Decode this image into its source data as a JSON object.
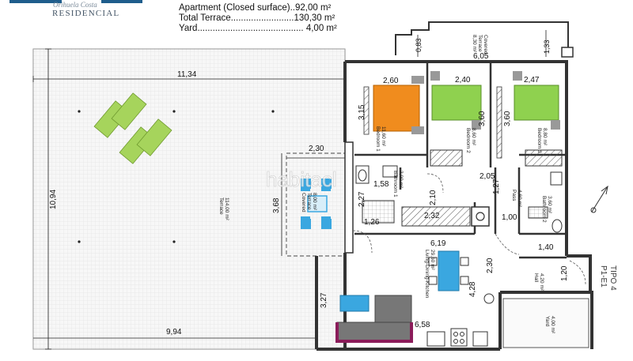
{
  "brand": {
    "tagline": "Orihuela Costa",
    "name": "RESIDENCIAL"
  },
  "surfaces": [
    {
      "text": "Apartment (Closed surface)..92,00 m²"
    },
    {
      "text": "Total Terrace.........................130,30 m²"
    },
    {
      "text": "Yard..........................................   4,00 m²"
    }
  ],
  "watermark": "habitacl",
  "plan_id": {
    "line1": "P1-E1",
    "line2": "TIPO 4"
  },
  "dimensions": {
    "top_605": "6,05",
    "d_083": "0,83",
    "d_133": "1,33",
    "d_1134": "11,34",
    "d_260": "2,60",
    "d_240": "2,40",
    "d_247": "2,47",
    "d_315": "3,15",
    "d_360a": "3,60",
    "d_360b": "3,60",
    "d_1094": "10,94",
    "d_230": "2,30",
    "d_368": "3,68",
    "d_158": "1,58",
    "d_227": "2,27",
    "d_127": "1,27",
    "d_205": "2,05",
    "d_210": "2,10",
    "d_232": "2,32",
    "d_100": "1,00",
    "d_126": "1,26",
    "d_619": "6,19",
    "d_230b": "2,30",
    "d_140": "1,40",
    "d_120": "1,20",
    "d_428": "4,28",
    "d_327": "3,27",
    "d_658": "6,58",
    "d_994": "9,94"
  },
  "rooms": {
    "covered_top": [
      "Covered",
      "Terrace",
      "8,30 m²"
    ],
    "bedroom1": [
      "Bedroom 1",
      "11,60 m²"
    ],
    "bedroom2": [
      "Bedroom 2",
      "8,60 m²"
    ],
    "bedroom3": [
      "Bedroom 3",
      "8,80 m²"
    ],
    "terrace": [
      "Terrace",
      "114,00 m²"
    ],
    "covered_left": [
      "Covered",
      "Terrace",
      "8,00 m²"
    ],
    "bathroom1": [
      "Bathroom 1",
      "3,90 m²"
    ],
    "pass": [
      "Pass",
      "4,60 m²"
    ],
    "bathroom2": [
      "Bathroom 2",
      "3,60 m²"
    ],
    "living": [
      "Living-Dining-Kitchen",
      "29,60 m²"
    ],
    "hall": [
      "Hall",
      "4,20 m²"
    ],
    "yard": [
      "Yard",
      "4,00 m²"
    ]
  },
  "colors": {
    "wall": "#333333",
    "bed_orange": "#f08c1e",
    "bed_green": "#8fd14f",
    "furniture_blue": "#3aa7e0",
    "lounger_green": "#a6d45c",
    "kitchen_purple": "#8b1c5a",
    "counter_gray": "#777777",
    "terrace_bg": "#f4f4f4"
  }
}
